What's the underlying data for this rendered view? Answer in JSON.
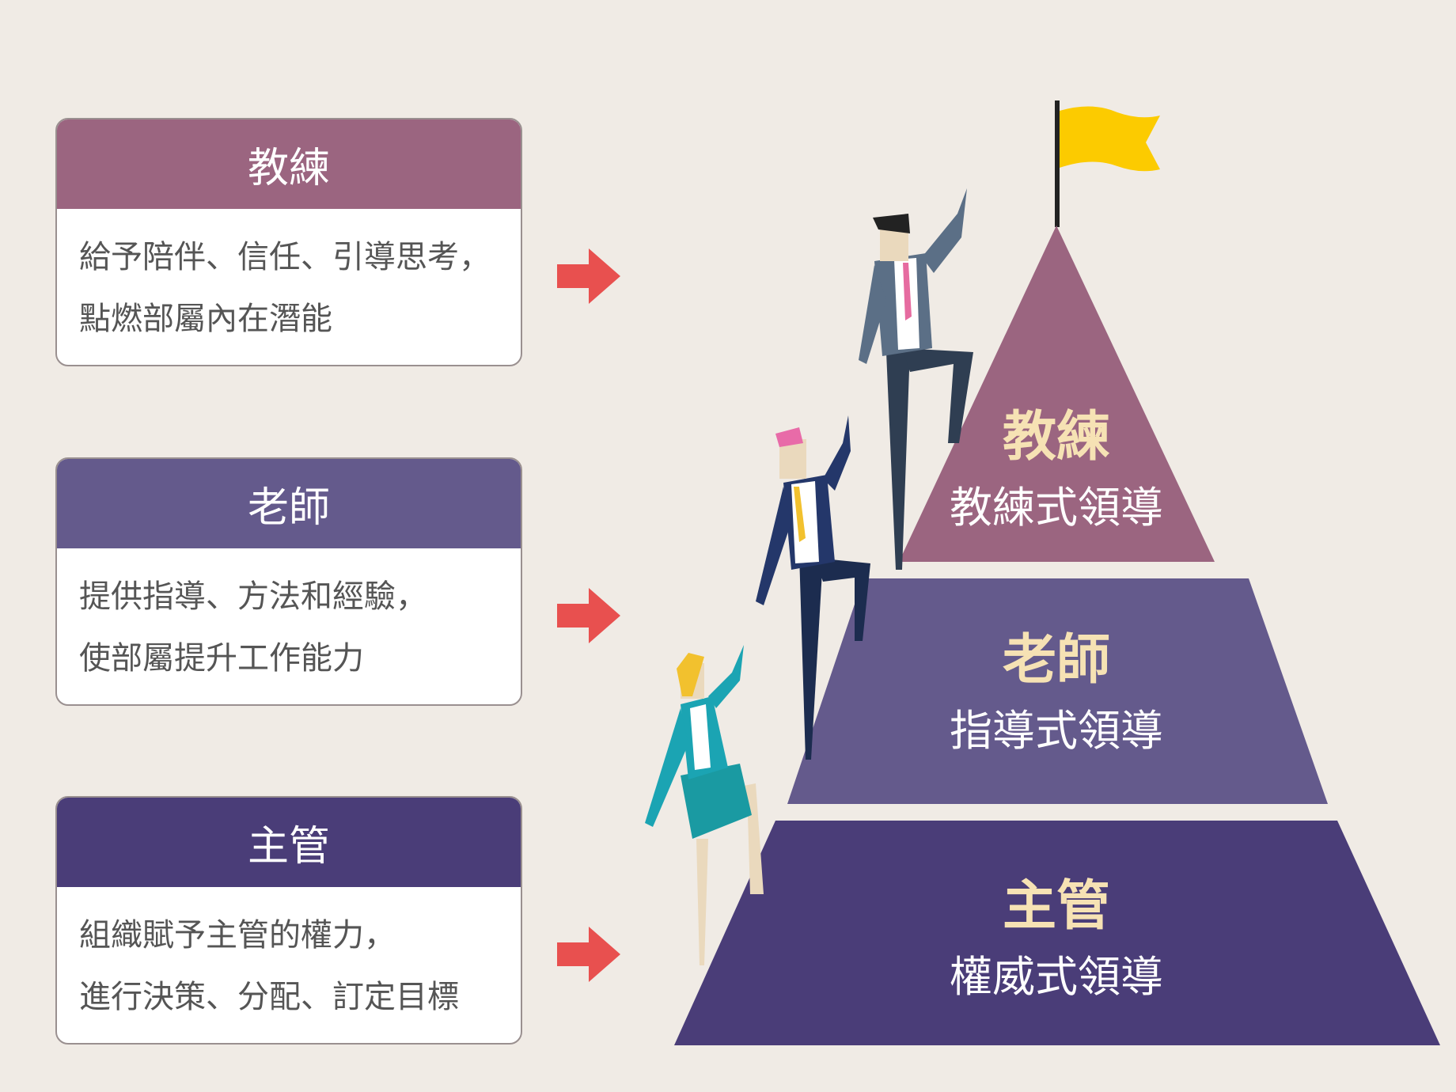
{
  "colors": {
    "coach": "#9b6580",
    "teacher": "#645a8c",
    "manager": "#4a3d78",
    "arrow": "#e8504f",
    "flag": "#fccb00",
    "background": "#f0ebe5"
  },
  "cards": [
    {
      "title": "教練",
      "lines": [
        "給予陪伴、信任、引導思考，",
        "點燃部屬內在潛能"
      ]
    },
    {
      "title": "老師",
      "lines": [
        "提供指導、方法和經驗，",
        "使部屬提升工作能力"
      ]
    },
    {
      "title": "主管",
      "lines": [
        "組織賦予主管的權力，",
        "進行決策、分配、訂定目標"
      ]
    }
  ],
  "pyramid": [
    {
      "title": "教練",
      "subtitle": "教練式領導"
    },
    {
      "title": "老師",
      "subtitle": "指導式領導"
    },
    {
      "title": "主管",
      "subtitle": "權威式領導"
    }
  ]
}
